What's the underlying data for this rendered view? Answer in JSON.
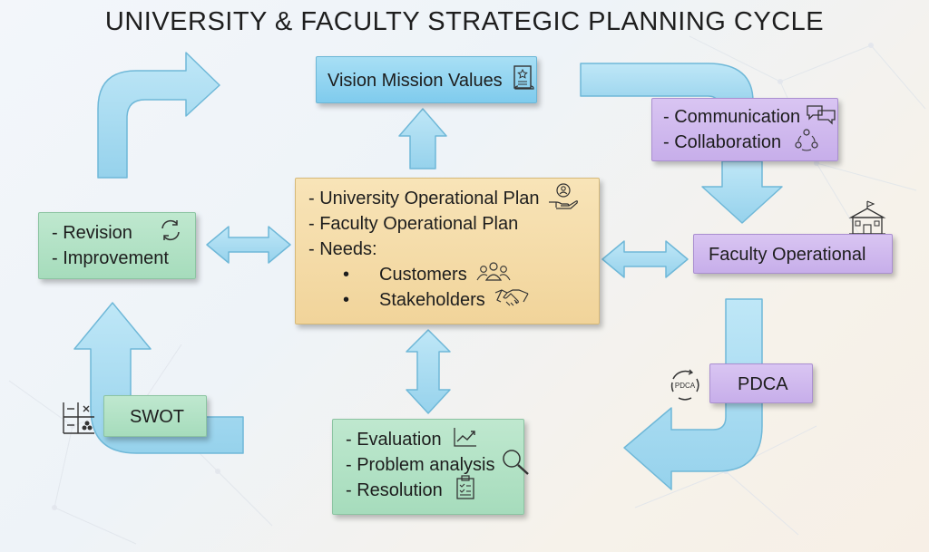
{
  "title": "UNIVERSITY & FACULTY STRATEGIC PLANNING CYCLE",
  "nodes": {
    "vision": {
      "label": "Vision Mission Values",
      "icon": "certificate-icon"
    },
    "comm": {
      "lines": [
        {
          "text": "- Communication",
          "icon": "chat-bubbles-icon"
        },
        {
          "text": "- Collaboration",
          "icon": "team-cycle-icon"
        }
      ]
    },
    "faculty_op": {
      "label": "Faculty Operational",
      "icon": "university-building-icon"
    },
    "pdca": {
      "label": "PDCA",
      "icon": "pdca-cycle-icon",
      "icon_text": "PDCA"
    },
    "center": {
      "lines": [
        {
          "text": "- University Operational Plan",
          "icon": "hand-person-icon"
        },
        {
          "text": "- Faculty Operational Plan"
        },
        {
          "text": "- Needs:"
        }
      ],
      "bullets": [
        {
          "bullet": "•",
          "text": "Customers",
          "icon": "people-group-icon"
        },
        {
          "bullet": "•",
          "text": "Stakeholders",
          "icon": "handshake-icon"
        }
      ]
    },
    "revision": {
      "lines": [
        {
          "text": "- Revision",
          "icon": "refresh-icon"
        },
        {
          "text": "- Improvement"
        }
      ]
    },
    "swot": {
      "label": "SWOT",
      "icon": "swot-matrix-icon"
    },
    "evaluation": {
      "lines": [
        {
          "text": "- Evaluation",
          "icon": "trend-chart-icon"
        },
        {
          "text": "- Problem analysis",
          "icon": "magnifier-icon"
        },
        {
          "text": "- Resolution",
          "icon": "clipboard-checklist-icon"
        }
      ]
    }
  },
  "colors": {
    "arrow_fill": "#a9dcf0",
    "arrow_stroke": "#6fb8d8",
    "blue": "#8fd3f0",
    "purple": "#cdb6ee",
    "green": "#afe0c3",
    "tan": "#f4dba6"
  }
}
